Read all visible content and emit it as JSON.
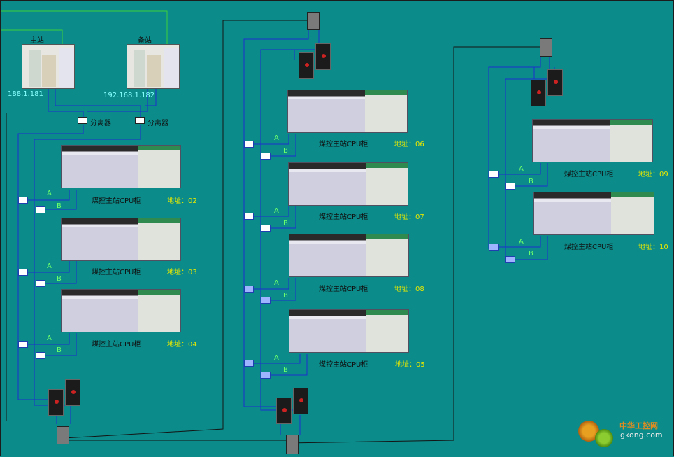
{
  "stations": {
    "main_label": "主站",
    "standby_label": "备站",
    "main_ip": "188.1.181",
    "standby_ip": "192.168.1.182",
    "splitter_label": "分离器"
  },
  "bus": {
    "a_label": "A",
    "b_label": "B"
  },
  "cabinet_label": "煤控主站CPU柜",
  "racks": [
    {
      "address": "地址：02"
    },
    {
      "address": "地址：03"
    },
    {
      "address": "地址：04"
    },
    {
      "address": "地址：06"
    },
    {
      "address": "地址：07"
    },
    {
      "address": "地址：08"
    },
    {
      "address": "地址：05"
    },
    {
      "address": "地址：09"
    },
    {
      "address": "地址：10"
    }
  ],
  "watermark": {
    "site": "gkong.com",
    "brand": "中华工控网"
  },
  "colors": {
    "background": "#0b8b8a",
    "bus_blue": "#1c2fd0",
    "link_green": "#3cd23c",
    "line_black": "#141414",
    "addr_yellow": "#e8e800"
  }
}
